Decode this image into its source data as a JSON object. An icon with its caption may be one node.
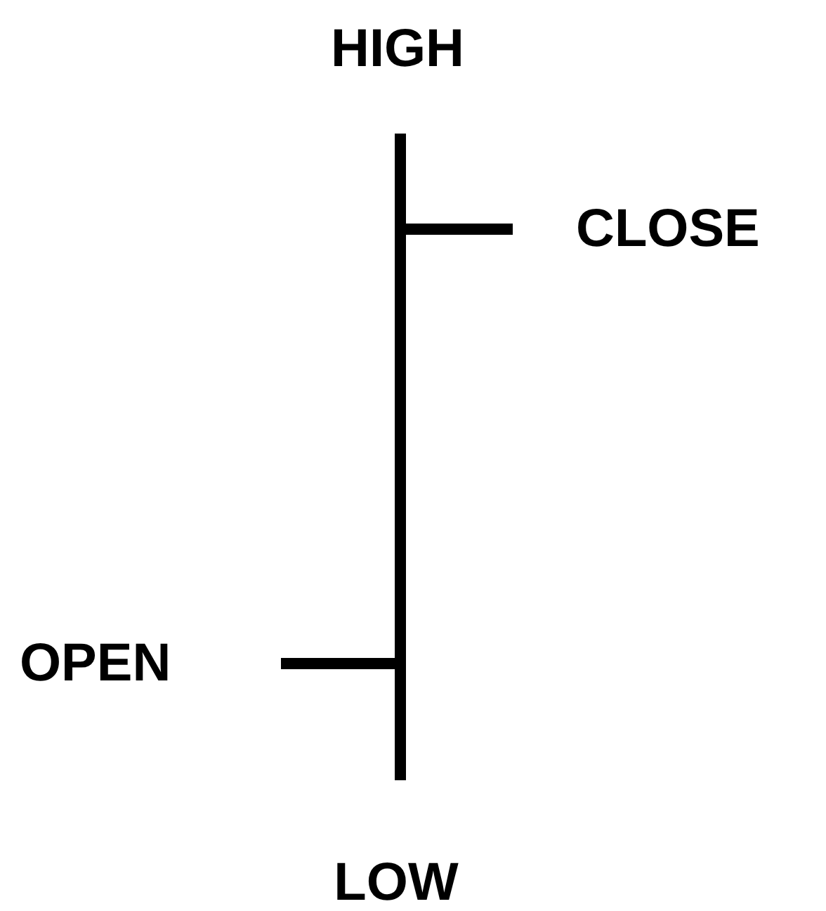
{
  "diagram": {
    "labels": [
      "HIGH",
      "CLOSE",
      "OPEN",
      "LOW"
    ]
  }
}
